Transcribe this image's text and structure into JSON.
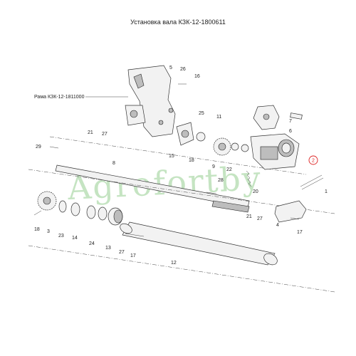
{
  "title": "Установка валa КЗК-12-1800611",
  "frame_label": "Рама КЗК-12-1811000",
  "watermark": "Agrofortby",
  "highlight_label": "2",
  "part_labels": [
    "1",
    "3",
    "4",
    "5",
    "6",
    "7",
    "8",
    "9",
    "11",
    "12",
    "13",
    "14",
    "15",
    "16",
    "17",
    "17",
    "17",
    "18",
    "18",
    "20",
    "21",
    "21",
    "22",
    "23",
    "24",
    "25",
    "26",
    "27",
    "27",
    "27",
    "28",
    "29"
  ]
}
